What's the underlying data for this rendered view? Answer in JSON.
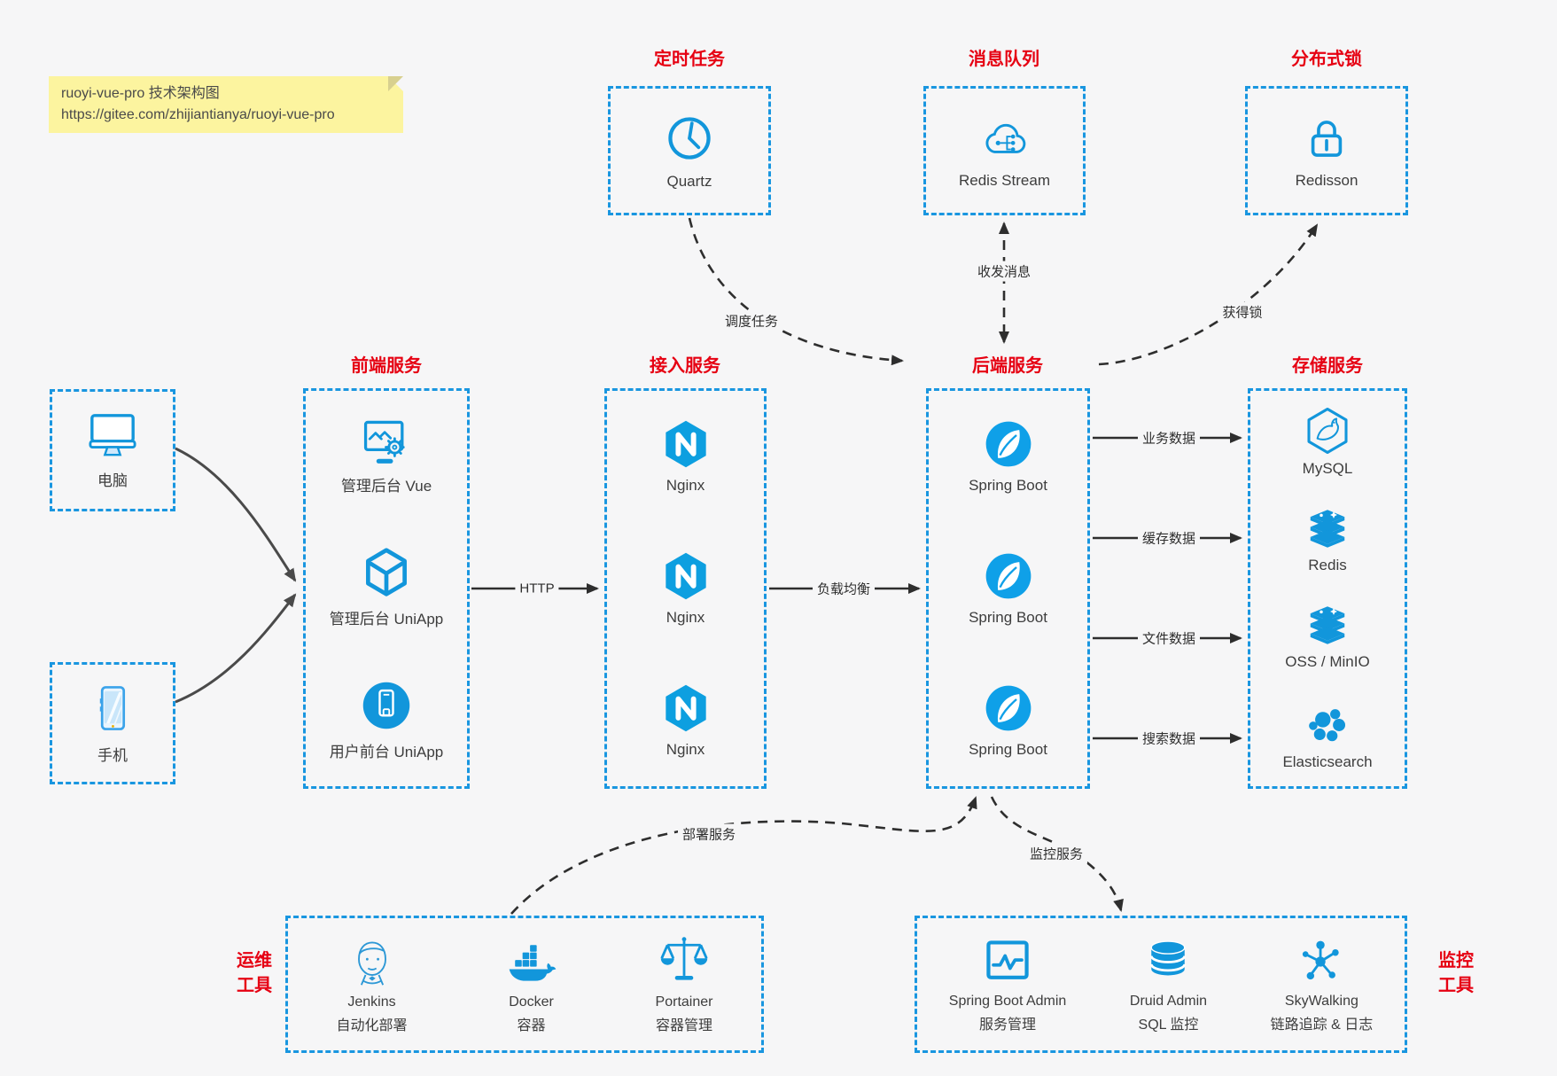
{
  "note": {
    "line1": "ruoyi-vue-pro 技术架构图",
    "line2": "https://gitee.com/zhijiantianya/ruoyi-vue-pro"
  },
  "top_row": [
    {
      "title": "定时任务",
      "label": "Quartz"
    },
    {
      "title": "消息队列",
      "label": "Redis Stream"
    },
    {
      "title": "分布式锁",
      "label": "Redisson"
    }
  ],
  "clients": [
    {
      "label": "电脑"
    },
    {
      "label": "手机"
    }
  ],
  "columns": {
    "frontend": {
      "title": "前端服务",
      "items": [
        "管理后台 Vue",
        "管理后台 UniApp",
        "用户前台 UniApp"
      ]
    },
    "gateway": {
      "title": "接入服务",
      "items": [
        "Nginx",
        "Nginx",
        "Nginx"
      ]
    },
    "backend": {
      "title": "后端服务",
      "items": [
        "Spring Boot",
        "Spring Boot",
        "Spring Boot"
      ]
    },
    "storage": {
      "title": "存储服务",
      "items": [
        "MySQL",
        "Redis",
        "OSS / MinIO",
        "Elasticsearch"
      ]
    }
  },
  "ops": {
    "title_line1": "运维",
    "title_line2": "工具",
    "items": [
      {
        "name": "Jenkins",
        "desc": "自动化部署"
      },
      {
        "name": "Docker",
        "desc": "容器"
      },
      {
        "name": "Portainer",
        "desc": "容器管理"
      }
    ]
  },
  "monitoring": {
    "title_line1": "监控",
    "title_line2": "工具",
    "items": [
      {
        "name": "Spring Boot Admin",
        "desc": "服务管理"
      },
      {
        "name": "Druid Admin",
        "desc": "SQL 监控"
      },
      {
        "name": "SkyWalking",
        "desc": "链路追踪 & 日志"
      }
    ]
  },
  "edges": {
    "http": "HTTP",
    "load_balance": "负载均衡",
    "schedule": "调度任务",
    "message": "收发消息",
    "lock": "获得锁",
    "business": "业务数据",
    "cache": "缓存数据",
    "file": "文件数据",
    "search": "搜索数据",
    "deploy": "部署服务",
    "monitor": "监控服务"
  },
  "colors": {
    "accent_blue": "#1996e0",
    "icon_blue": "#1296db",
    "title_red": "#e60012",
    "note_yellow": "#fcf49f",
    "line_dark": "#2e2e2e"
  }
}
